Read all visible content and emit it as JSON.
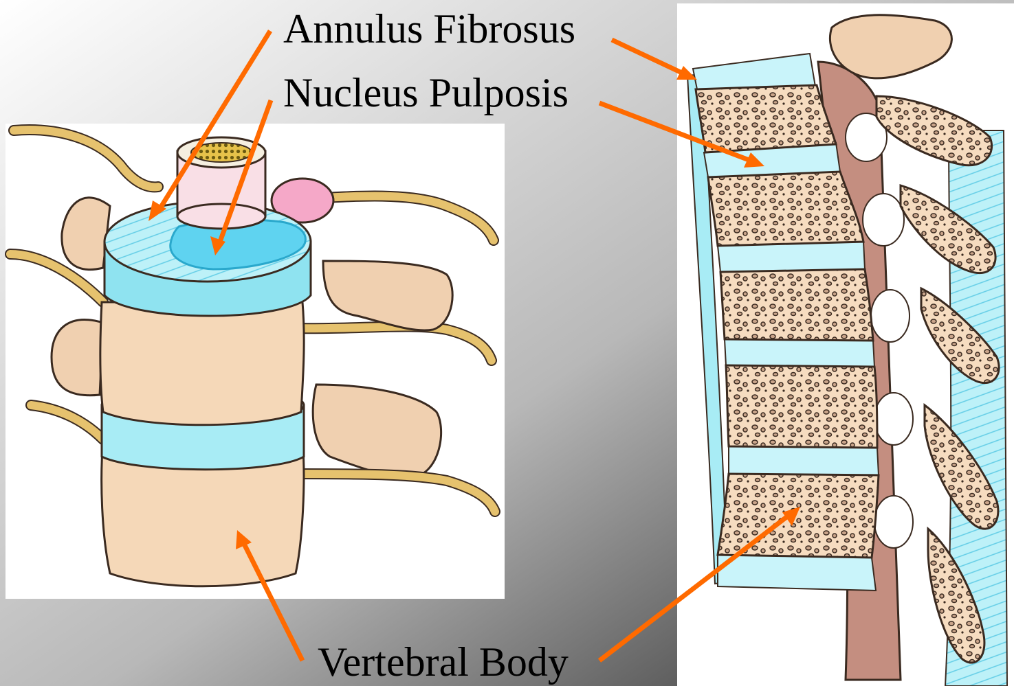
{
  "labels": {
    "annulus_fibrosus": "Annulus Fibrosus",
    "nucleus_pulposis": "Nucleus Pulposis",
    "vertebral_body": "Vertebral Body"
  },
  "colors": {
    "arrow": "#ff6a00",
    "bone": "#f5d8b8",
    "disc": "#a8ecf5",
    "nucleus": "#5fd3f0",
    "nerve": "#e6c26e",
    "pedicle": "#c48e80"
  }
}
